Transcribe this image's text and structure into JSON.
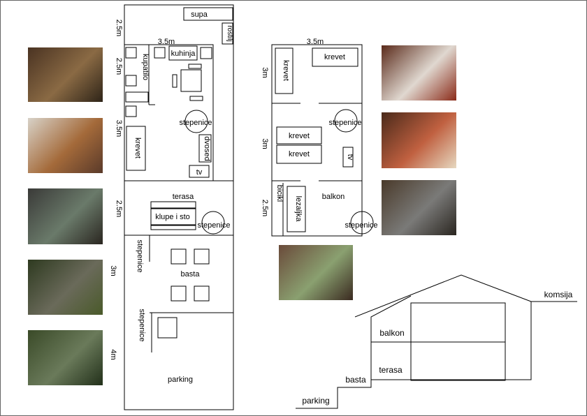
{
  "plan1": {
    "supa": "supa",
    "rostilj": "rostilj",
    "width_label": "3.5m",
    "kuhinja": "kuhinja",
    "kupatilo": "kupatilo",
    "stepenice_inner": "stepenice",
    "krevet": "krevet",
    "dvosed": "dvosed",
    "tv": "tv",
    "terasa": "terasa",
    "klupe_i_sto": "klupe i sto",
    "stepenice_terasa": "stepenice",
    "stepenice_basta_1": "stepenice",
    "basta": "basta",
    "stepenice_basta_2": "stepenice",
    "parking": "parking",
    "dims": [
      "2.5m",
      "2.5m",
      "3.5m",
      "2.5m",
      "3m",
      "4m"
    ]
  },
  "plan2": {
    "width_label": "3.5m",
    "krevet_1": "krevet",
    "krevet_2": "krevet",
    "krevet_3": "krevet",
    "krevet_4": "krevet",
    "stepenice_1": "stepenice",
    "stepenice_2": "stepenice",
    "tv": "tv",
    "bicikl": "bicikl",
    "lezaljka": "lezaljka",
    "balkon": "balkon",
    "dims": [
      "3m",
      "3m",
      "2.5m"
    ]
  },
  "section": {
    "komsija": "komsija",
    "balkon": "balkon",
    "terasa": "terasa",
    "basta": "basta",
    "parking": "parking"
  },
  "photos": [
    {
      "name": "kitchen-interior",
      "colors": [
        "#4a3322",
        "#8a6a44",
        "#2e2418"
      ]
    },
    {
      "name": "living-room-interior",
      "colors": [
        "#d8d2c8",
        "#a46a3a",
        "#5a3a2a"
      ]
    },
    {
      "name": "terrace-exterior",
      "colors": [
        "#3a3a38",
        "#6a7a6a",
        "#2a2620"
      ]
    },
    {
      "name": "garden-steps",
      "colors": [
        "#2e3a20",
        "#6a6a5a",
        "#4a5a2a"
      ]
    },
    {
      "name": "garden-plants",
      "colors": [
        "#3a4a28",
        "#6a7a5a",
        "#22301a"
      ]
    },
    {
      "name": "bedroom-door",
      "colors": [
        "#5a2a1a",
        "#e0d8d0",
        "#8a2a18"
      ]
    },
    {
      "name": "bedroom-bed",
      "colors": [
        "#4a2a1a",
        "#c06040",
        "#e6d8c0"
      ]
    },
    {
      "name": "balcony-exterior",
      "colors": [
        "#4a3a2a",
        "#7a7a78",
        "#2a2620"
      ]
    },
    {
      "name": "balcony-view",
      "colors": [
        "#6a4a3a",
        "#8aa070",
        "#3a2a20"
      ]
    }
  ]
}
